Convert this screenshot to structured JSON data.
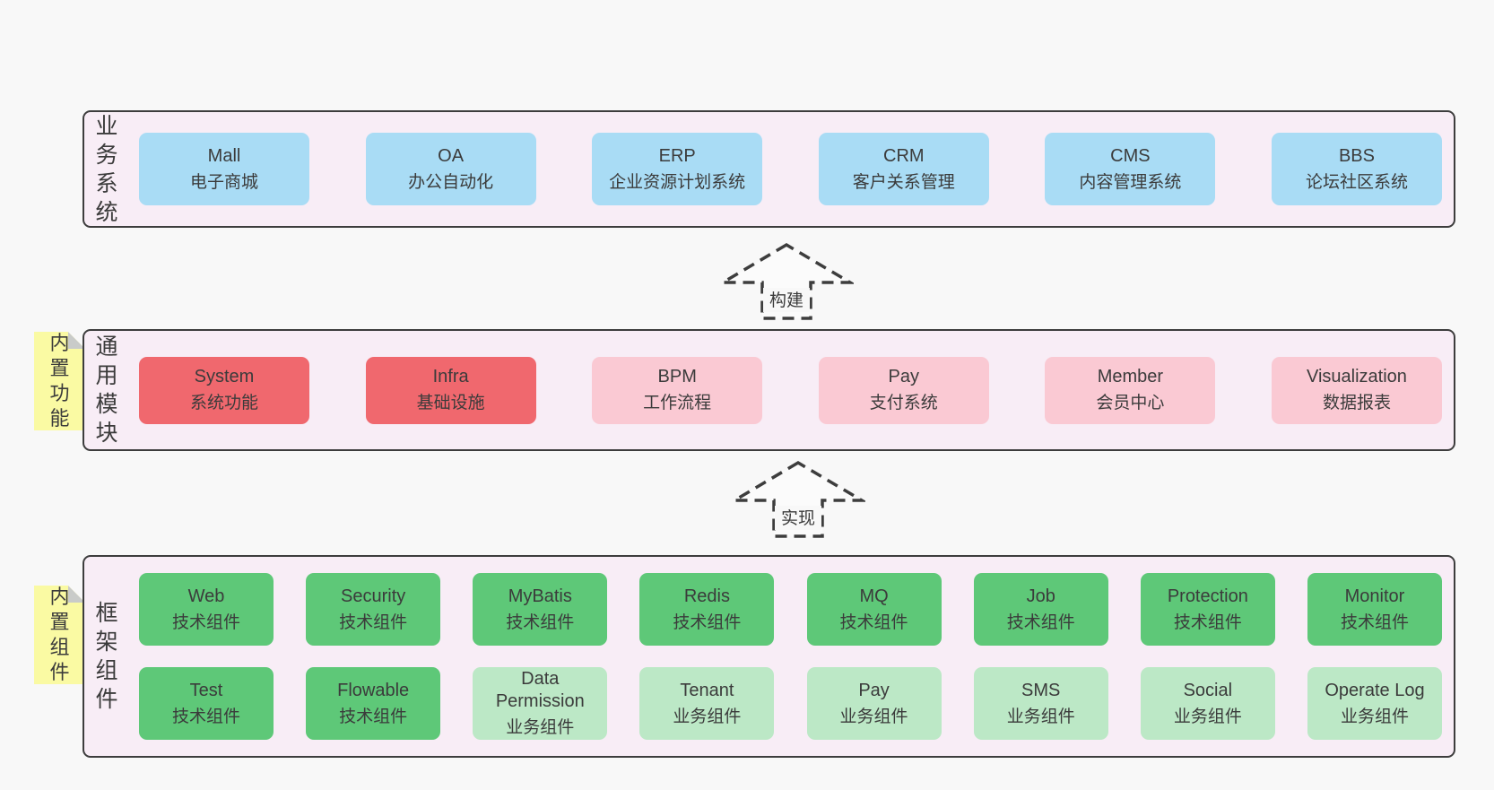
{
  "colors": {
    "page-bg": "#f8f8f8",
    "layer-bg": "#f8edf6",
    "layer-border": "#3d3d3d",
    "blue": "#a9dcf5",
    "red": "#f0686e",
    "pink": "#fac9d3",
    "green": "#5ec878",
    "lightgreen": "#bce8c6",
    "sticky": "#fafaa3",
    "fold": "#c9cbc9",
    "text": "#3b3b3b"
  },
  "arrows": {
    "build": "构建",
    "implement": "实现"
  },
  "business": {
    "label": "业务系统",
    "boxes": [
      {
        "name": "Mall",
        "desc": "电子商城"
      },
      {
        "name": "OA",
        "desc": "办公自动化"
      },
      {
        "name": "ERP",
        "desc": "企业资源计划系统"
      },
      {
        "name": "CRM",
        "desc": "客户关系管理"
      },
      {
        "name": "CMS",
        "desc": "内容管理系统"
      },
      {
        "name": "BBS",
        "desc": "论坛社区系统"
      }
    ]
  },
  "modules": {
    "label": "通用模块",
    "sticky": "内置功能",
    "boxes": [
      {
        "name": "System",
        "desc": "系统功能"
      },
      {
        "name": "Infra",
        "desc": "基础设施"
      },
      {
        "name": "BPM",
        "desc": "工作流程"
      },
      {
        "name": "Pay",
        "desc": "支付系统"
      },
      {
        "name": "Member",
        "desc": "会员中心"
      },
      {
        "name": "Visualization",
        "desc": "数据报表"
      }
    ]
  },
  "components": {
    "label": "框架组件",
    "sticky": "内置组件",
    "row1": [
      {
        "name": "Web",
        "desc": "技术组件"
      },
      {
        "name": "Security",
        "desc": "技术组件"
      },
      {
        "name": "MyBatis",
        "desc": "技术组件"
      },
      {
        "name": "Redis",
        "desc": "技术组件"
      },
      {
        "name": "MQ",
        "desc": "技术组件"
      },
      {
        "name": "Job",
        "desc": "技术组件"
      },
      {
        "name": "Protection",
        "desc": "技术组件"
      },
      {
        "name": "Monitor",
        "desc": "技术组件"
      }
    ],
    "row2": [
      {
        "name": "Test",
        "desc": "技术组件"
      },
      {
        "name": "Flowable",
        "desc": "技术组件"
      },
      {
        "name": "Data Permission",
        "desc": "业务组件"
      },
      {
        "name": "Tenant",
        "desc": "业务组件"
      },
      {
        "name": "Pay",
        "desc": "业务组件"
      },
      {
        "name": "SMS",
        "desc": "业务组件"
      },
      {
        "name": "Social",
        "desc": "业务组件"
      },
      {
        "name": "Operate Log",
        "desc": "业务组件"
      }
    ]
  }
}
